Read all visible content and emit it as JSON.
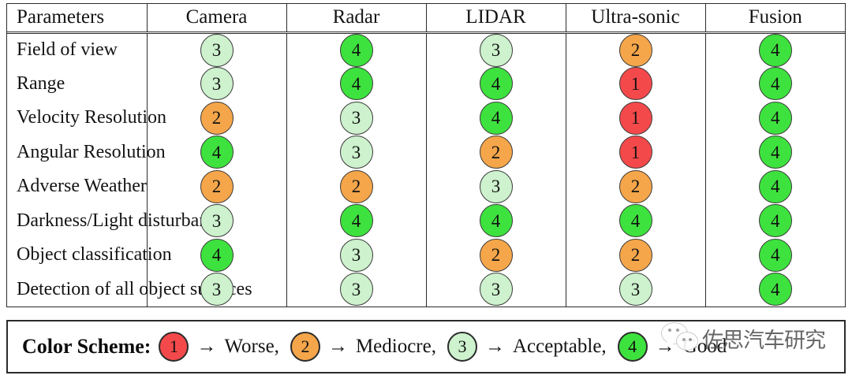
{
  "table": {
    "columns": [
      "Parameters",
      "Camera",
      "Radar",
      "LIDAR",
      "Ultra-sonic",
      "Fusion"
    ],
    "rows": [
      {
        "parameter": "Field of view",
        "camera": 3,
        "radar": 4,
        "lidar": 3,
        "ultrasonic": 2,
        "fusion": 4
      },
      {
        "parameter": "Range",
        "camera": 3,
        "radar": 4,
        "lidar": 4,
        "ultrasonic": 1,
        "fusion": 4
      },
      {
        "parameter": "Velocity Resolution",
        "camera": 2,
        "radar": 3,
        "lidar": 4,
        "ultrasonic": 1,
        "fusion": 4
      },
      {
        "parameter": "Angular Resolution",
        "camera": 4,
        "radar": 3,
        "lidar": 2,
        "ultrasonic": 1,
        "fusion": 4
      },
      {
        "parameter": "Adverse Weather",
        "camera": 2,
        "radar": 2,
        "lidar": 3,
        "ultrasonic": 2,
        "fusion": 4
      },
      {
        "parameter": "Darkness/Light disturbance",
        "camera": 3,
        "radar": 4,
        "lidar": 4,
        "ultrasonic": 4,
        "fusion": 4
      },
      {
        "parameter": "Object classification",
        "camera": 4,
        "radar": 3,
        "lidar": 2,
        "ultrasonic": 2,
        "fusion": 4
      },
      {
        "parameter": "Detection of all object surfaces",
        "camera": 3,
        "radar": 3,
        "lidar": 3,
        "ultrasonic": 3,
        "fusion": 4
      }
    ]
  },
  "legend": {
    "title": "Color Scheme:",
    "arrow": "→",
    "items": [
      {
        "score": 1,
        "label": "Worse,"
      },
      {
        "score": 2,
        "label": "Mediocre,"
      },
      {
        "score": 3,
        "label": "Acceptable,"
      },
      {
        "score": 4,
        "label": "Good"
      }
    ]
  },
  "colors": {
    "score1": "#f4494b",
    "score2": "#f5a64a",
    "score3": "#cdf2cd",
    "score4": "#3ee23e",
    "border": "#2b2b2b",
    "text": "#141414"
  },
  "watermark": {
    "icon": "wechat-icon",
    "text": "佐思汽车研究"
  }
}
